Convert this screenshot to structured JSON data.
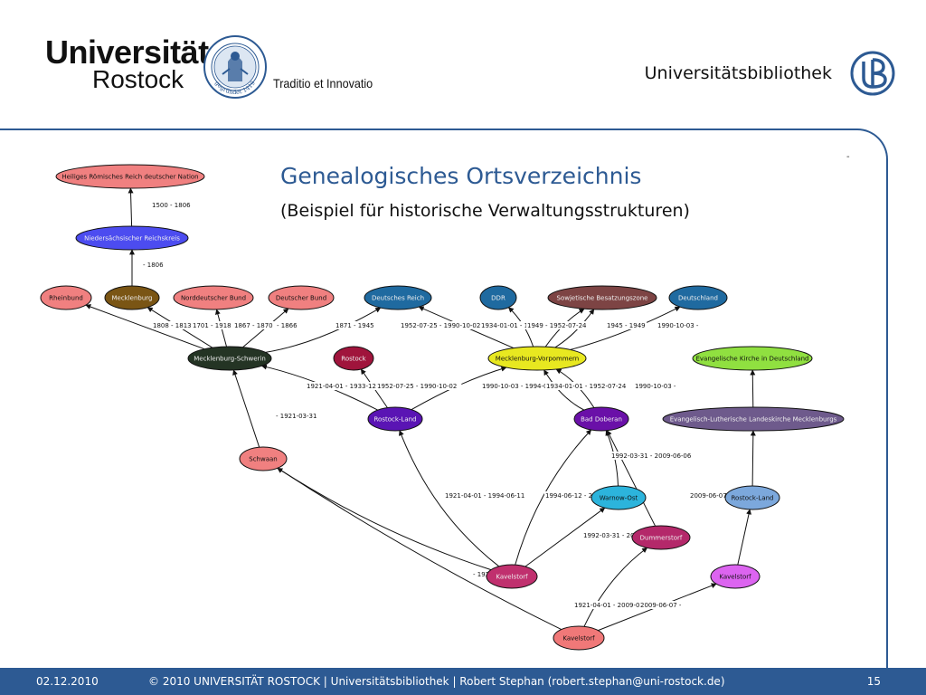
{
  "header": {
    "logo_line1": "Universität",
    "logo_line2": "Rostock",
    "seal_text": "gegründet 1419",
    "motto": "Traditio et Innovatio",
    "library": "Universitätsbibliothek",
    "library_logo_icon": "ub-monogram-icon"
  },
  "slide": {
    "title": "Genealogisches Ortsverzeichnis",
    "subtitle": "(Beispiel für historische Verwaltungsstrukturen)",
    "corner_mark": "-"
  },
  "footer": {
    "date": "02.12.2010",
    "copyright": "© 2010  UNIVERSITÄT ROSTOCK | Universitätsbibliothek | Robert Stephan (robert.stephan@uni-rostock.de)",
    "page": "15"
  },
  "graph": {
    "nodes": [
      {
        "id": "hrr",
        "label": "Heiliges Römisches Reich deutscher Nation",
        "color": "#f08080"
      },
      {
        "id": "nsr",
        "label": "Niedersächsischer Reichskreis",
        "color": "#4c4cf0"
      },
      {
        "id": "rheinbund",
        "label": "Rheinbund",
        "color": "#f08080"
      },
      {
        "id": "mecklenburg",
        "label": "Mecklenburg",
        "color": "#7a5514"
      },
      {
        "id": "ndb",
        "label": "Norddeutscher Bund",
        "color": "#f08080"
      },
      {
        "id": "db",
        "label": "Deutscher Bund",
        "color": "#f08080"
      },
      {
        "id": "dr",
        "label": "Deutsches Reich",
        "color": "#1f6aa0"
      },
      {
        "id": "ddr",
        "label": "DDR",
        "color": "#1f6aa0"
      },
      {
        "id": "sbz",
        "label": "Sowjetische Besatzungszone",
        "color": "#7d4444"
      },
      {
        "id": "de",
        "label": "Deutschland",
        "color": "#1f6aa0"
      },
      {
        "id": "ms",
        "label": "Mecklenburg-Schwerin",
        "color": "#243424"
      },
      {
        "id": "rostock",
        "label": "Rostock",
        "color": "#a0143c"
      },
      {
        "id": "mv",
        "label": "Mecklenburg-Vorpommern",
        "color": "#e8e820"
      },
      {
        "id": "ekd",
        "label": "Evangelische Kirche in Deutschland",
        "color": "#90e040"
      },
      {
        "id": "rl1",
        "label": "Rostock-Land",
        "color": "#5a14b4"
      },
      {
        "id": "bd",
        "label": "Bad Doberan",
        "color": "#6a10a8"
      },
      {
        "id": "elkm",
        "label": "Evangelisch-Lutherische Landeskirche Mecklenburgs",
        "color": "#6e5a8c"
      },
      {
        "id": "schwaan",
        "label": "Schwaan",
        "color": "#f08080"
      },
      {
        "id": "wo",
        "label": "Warnow-Ost",
        "color": "#2cb4dc"
      },
      {
        "id": "rl2",
        "label": "Rostock-Land",
        "color": "#7ca8dc"
      },
      {
        "id": "dum",
        "label": "Dummerstorf",
        "color": "#b4286a"
      },
      {
        "id": "kav1",
        "label": "Kavelstorf",
        "color": "#c0306e"
      },
      {
        "id": "kav2",
        "label": "Kavelstorf",
        "color": "#dc64f0"
      },
      {
        "id": "kav3",
        "label": "Kavelstorf",
        "color": "#f07878"
      }
    ],
    "edges": [
      {
        "from": "nsr",
        "to": "hrr",
        "label": "1500 - 1806"
      },
      {
        "from": "mecklenburg",
        "to": "nsr",
        "label": "- 1806"
      },
      {
        "from": "ms",
        "to": "rheinbund",
        "label": "1808 - 1813"
      },
      {
        "from": "ms",
        "to": "mecklenburg",
        "label": "1701 - 1918"
      },
      {
        "from": "ms",
        "to": "ndb",
        "label": "1867 - 1870"
      },
      {
        "from": "ms",
        "to": "db",
        "label": "- 1866"
      },
      {
        "from": "ms",
        "to": "dr",
        "label": "1871 - 1945"
      },
      {
        "from": "mv",
        "to": "ddr",
        "label": "1952-07-25 - 1990-10-02"
      },
      {
        "from": "mv",
        "to": "dr",
        "label": "1934-01-01 - 1945"
      },
      {
        "from": "mv",
        "to": "sbz",
        "label": "1949 - 1952-07-24"
      },
      {
        "from": "mv",
        "to": "sbz",
        "label": "1945 - 1949"
      },
      {
        "from": "mv",
        "to": "de",
        "label": "1990-10-03 -"
      },
      {
        "from": "rl1",
        "to": "ms",
        "label": "1921-04-01 - 1933-12-31"
      },
      {
        "from": "rl1",
        "to": "rostock",
        "label": "1952-07-25 - 1990-10-02"
      },
      {
        "from": "rl1",
        "to": "mv",
        "label": "1990-10-03 - 1994-06-11"
      },
      {
        "from": "bd",
        "to": "mv",
        "label": "1934-01-01 - 1952-07-24"
      },
      {
        "from": "bd",
        "to": "mv",
        "label": "1990-10-03 -"
      },
      {
        "from": "elkm",
        "to": "ekd",
        "label": ""
      },
      {
        "from": "schwaan",
        "to": "ms",
        "label": "- 1921-03-31"
      },
      {
        "from": "wo",
        "to": "bd",
        "label": "1992-03-31 - 2009-06-06"
      },
      {
        "from": "kav1",
        "to": "rl1",
        "label": "1921-04-01 - 1994-06-11"
      },
      {
        "from": "kav1",
        "to": "bd",
        "label": "1994-06-12 - 2009-06-06"
      },
      {
        "from": "kav1",
        "to": "wo",
        "label": "1992-03-31 - 2009-06-06"
      },
      {
        "from": "rl2",
        "to": "elkm",
        "label": ""
      },
      {
        "from": "dum",
        "to": "bd",
        "label": "2009-06-07 -"
      },
      {
        "from": "kav1",
        "to": "schwaan",
        "label": "- 1921-03-31"
      },
      {
        "from": "kav3",
        "to": "dum",
        "label": "1921-04-01 - 2009-06-06"
      },
      {
        "from": "kav3",
        "to": "kav2",
        "label": "2009-06-07 -"
      },
      {
        "from": "kav2",
        "to": "rl2",
        "label": ""
      },
      {
        "from": "kav3",
        "to": "schwaan",
        "label": ""
      }
    ]
  }
}
